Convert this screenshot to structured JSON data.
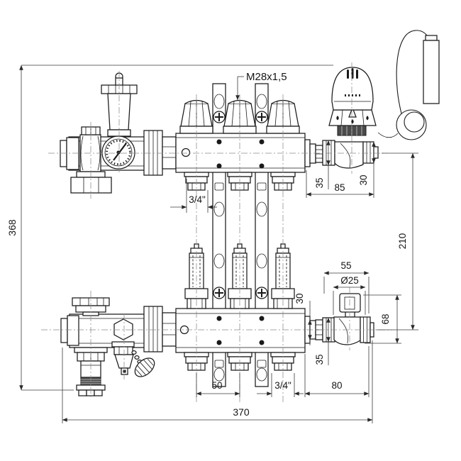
{
  "drawing": {
    "background": "#ffffff",
    "line_color": "#1a1a1a",
    "dimension_color": "#3a3a3a",
    "metal_dark_color": "#4b4b4b"
  },
  "labels": {
    "overall_height": "368",
    "overall_width": "370",
    "actuator_thread": "M28x1,5",
    "supply_outlet_thread": "3/4\"",
    "supply_union_nut_height": "35",
    "supply_valve_assembly_length": "85",
    "supply_outlet_nut_height": "30",
    "axis_distance": "210",
    "return_valve_width": "55",
    "return_valve_diameter": "Ø25",
    "return_tailpiece_height": "30",
    "return_union_nut_height": "35",
    "return_valve_height": "68",
    "return_valve_assembly_length": "80",
    "outlet_spacing": "50",
    "return_outlet_thread": "3/4\""
  }
}
